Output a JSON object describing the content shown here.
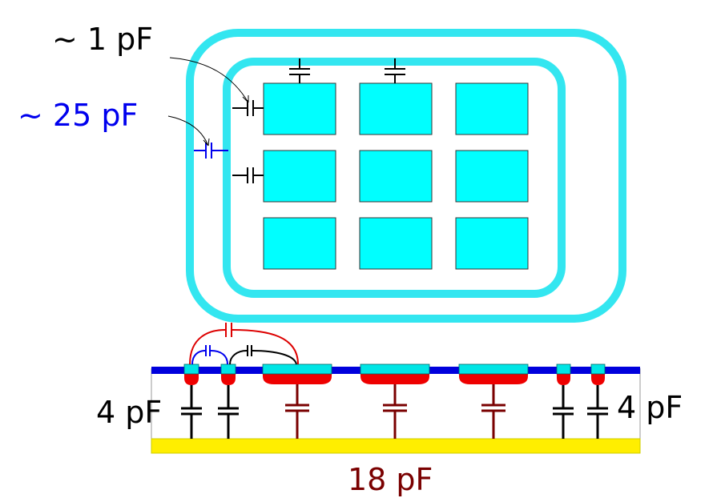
{
  "labels": {
    "pad_to_pad": "~ 1 pF",
    "pad_to_ring": "~ 25 pF",
    "edge_left": "4 pF",
    "edge_right": "4 pF",
    "backplane": "18 pF"
  },
  "colors": {
    "pad_fill": "#00ffff",
    "pad_stroke": "#333333",
    "guard_ring": "#33e6f0",
    "oxide_layer": "#0000dd",
    "implant": "#ee0000",
    "backplane_fill": "#ffee00",
    "backplane_stroke": "#cccc00",
    "cap_black": "#000000",
    "cap_blue": "#0000ee",
    "cap_red": "#dd0000",
    "cap_darkred": "#7a0000",
    "label_black": "#000000",
    "label_blue": "#0000ee",
    "label_darkred": "#7a0000"
  }
}
